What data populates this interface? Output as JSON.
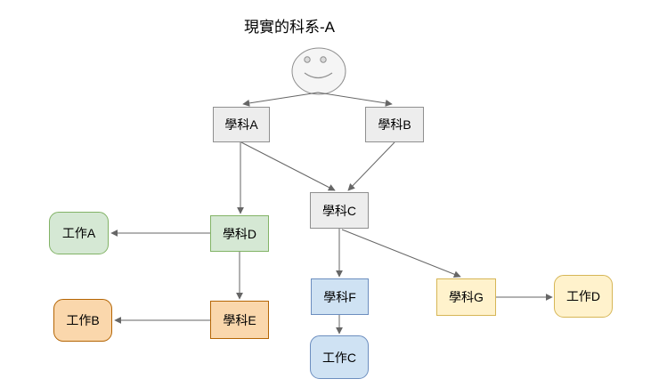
{
  "title": "現實的科系-A",
  "person": {
    "icon": "smiley-face"
  },
  "nodes": [
    {
      "id": "subject-a",
      "label": "學科A",
      "shape": "rectangle",
      "palette": "gray"
    },
    {
      "id": "subject-b",
      "label": "學科B",
      "shape": "rectangle",
      "palette": "gray"
    },
    {
      "id": "subject-c",
      "label": "學科C",
      "shape": "rectangle",
      "palette": "gray"
    },
    {
      "id": "job-a",
      "label": "工作A",
      "shape": "rounded",
      "palette": "green"
    },
    {
      "id": "subject-d",
      "label": "學科D",
      "shape": "rectangle",
      "palette": "green"
    },
    {
      "id": "job-b",
      "label": "工作B",
      "shape": "rounded",
      "palette": "orange"
    },
    {
      "id": "subject-e",
      "label": "學科E",
      "shape": "rectangle",
      "palette": "orange"
    },
    {
      "id": "subject-f",
      "label": "學科F",
      "shape": "rectangle",
      "palette": "blue"
    },
    {
      "id": "job-c",
      "label": "工作C",
      "shape": "rounded",
      "palette": "blue"
    },
    {
      "id": "subject-g",
      "label": "學科G",
      "shape": "rectangle",
      "palette": "yellow"
    },
    {
      "id": "job-d",
      "label": "工作D",
      "shape": "rounded",
      "palette": "yellow"
    }
  ],
  "edges": [
    {
      "from": "person",
      "to": "subject-a"
    },
    {
      "from": "person",
      "to": "subject-b"
    },
    {
      "from": "subject-a",
      "to": "subject-d"
    },
    {
      "from": "subject-a",
      "to": "subject-c"
    },
    {
      "from": "subject-b",
      "to": "subject-c"
    },
    {
      "from": "subject-c",
      "to": "subject-f"
    },
    {
      "from": "subject-c",
      "to": "subject-g"
    },
    {
      "from": "subject-d",
      "to": "job-a"
    },
    {
      "from": "subject-d",
      "to": "subject-e"
    },
    {
      "from": "subject-e",
      "to": "job-b"
    },
    {
      "from": "subject-f",
      "to": "job-c"
    },
    {
      "from": "subject-g",
      "to": "job-d"
    }
  ],
  "colors": {
    "gray-fill": "#ededed",
    "gray-stroke": "#8f8f8f",
    "face-fill": "#f5f5f5",
    "green-fill": "#d5e8d4",
    "green-stroke": "#82b366",
    "orange-fill": "#fad7ac",
    "orange-stroke": "#b46504",
    "blue-fill": "#cfe2f3",
    "blue-stroke": "#6c8ebf",
    "yellow-fill": "#fff2cc",
    "yellow-stroke": "#d6b656",
    "edge-color": "#666666",
    "text-color": "#000000"
  }
}
